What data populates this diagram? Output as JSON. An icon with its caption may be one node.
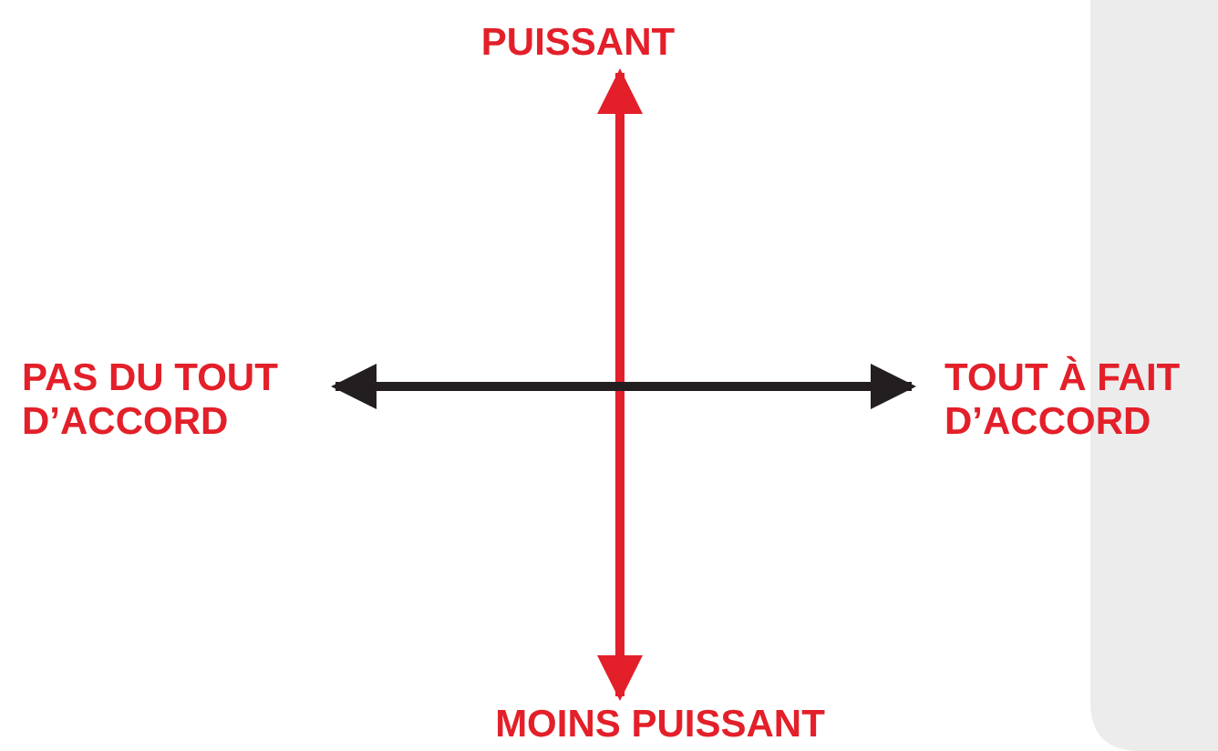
{
  "diagram": {
    "nodes": [
      {
        "text": [
          "PUISSANT"
        ]
      },
      {
        "text": [
          "PAS DU TOUT D’ACCORD"
        ]
      },
      {
        "text": [
          "TOUT À FAIT D’ACCORD"
        ]
      },
      {
        "text": [
          "MOINS PUISSANT"
        ]
      },
      {
        "text": [],
        "shape": "box"
      }
    ],
    "edges": [
      {
        "from": 0,
        "to": 3,
        "arrow": "both",
        "color": "#e3202a"
      },
      {
        "from": 1,
        "to": 2,
        "arrow": "both",
        "color": "#231f20"
      }
    ]
  }
}
